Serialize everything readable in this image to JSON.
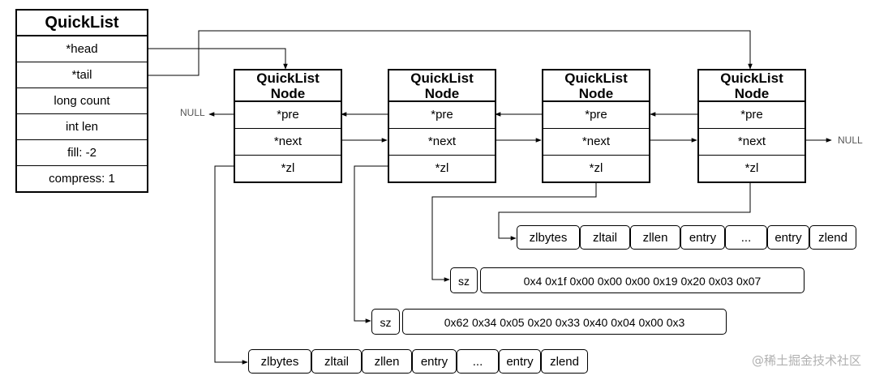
{
  "quicklist": {
    "title": "QuickList",
    "fields": [
      "*head",
      "*tail",
      "long count",
      "int len",
      "fill: -2",
      "compress: 1"
    ]
  },
  "nodes": [
    {
      "title_line1": "QuickList",
      "title_line2": "Node",
      "fields": [
        "*pre",
        "*next",
        "*zl"
      ]
    },
    {
      "title_line1": "QuickList",
      "title_line2": "Node",
      "fields": [
        "*pre",
        "*next",
        "*zl"
      ]
    },
    {
      "title_line1": "QuickList",
      "title_line2": "Node",
      "fields": [
        "*pre",
        "*next",
        "*zl"
      ]
    },
    {
      "title_line1": "QuickList",
      "title_line2": "Node",
      "fields": [
        "*pre",
        "*next",
        "*zl"
      ]
    }
  ],
  "null_left": "NULL",
  "null_right": "NULL",
  "ziplist_upper": [
    "zlbytes",
    "zltail",
    "zllen",
    "entry",
    "...",
    "entry",
    "zlend"
  ],
  "ziplist_lower": [
    "zlbytes",
    "zltail",
    "zllen",
    "entry",
    "...",
    "entry",
    "zlend"
  ],
  "compressed_1": {
    "sz": "sz",
    "bytes": "0x4 0x1f 0x00 0x00 0x00 0x19 0x20 0x03 0x07"
  },
  "compressed_2": {
    "sz": "sz",
    "bytes": "0x62 0x34 0x05 0x20 0x33 0x40 0x04 0x00 0x3"
  },
  "watermark": "@稀土掘金技术社区"
}
